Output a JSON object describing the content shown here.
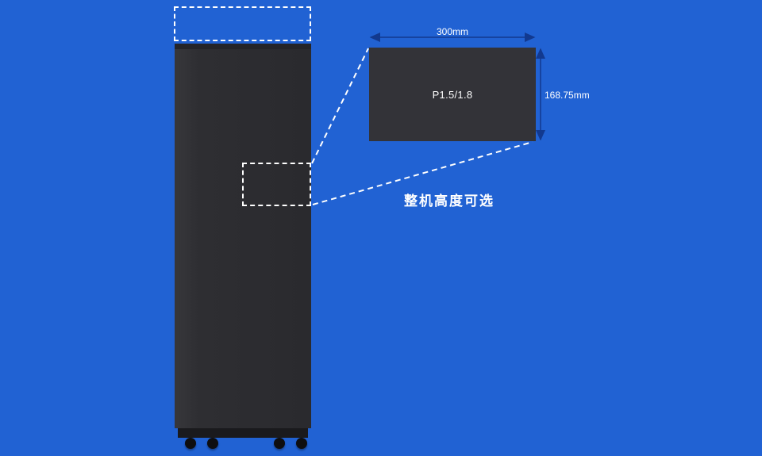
{
  "colors": {
    "background": "#2162d3",
    "cabinet": "#2e2e32",
    "cabinet-top": "#242428",
    "cabinet-base": "#1a1a1d",
    "wheel": "#0e0e10",
    "module": "#333338",
    "dimension": "#12398f",
    "dashed": "#ffffff",
    "text": "#ffffff"
  },
  "diagram": {
    "module_width_label": "300mm",
    "module_height_label": "168.75mm",
    "pixel_pitch_label": "P1.5/1.8",
    "height_option_label": "整机高度可选"
  }
}
